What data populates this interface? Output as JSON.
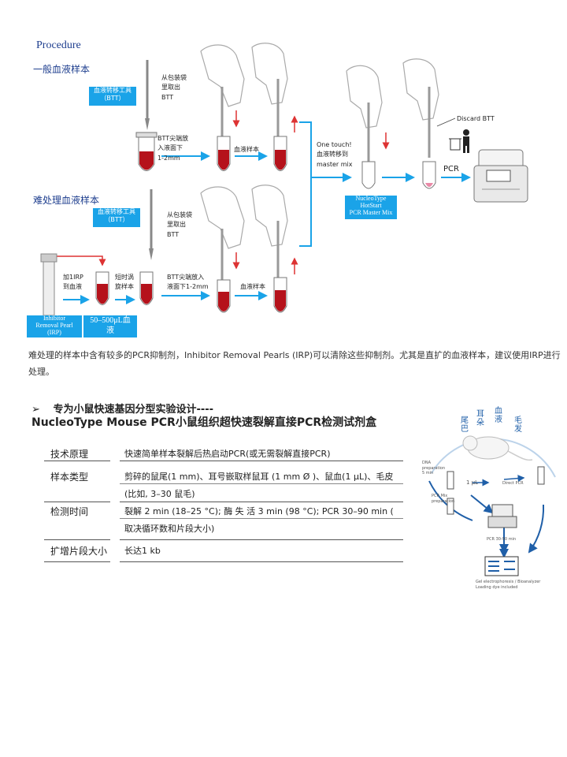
{
  "procedure": {
    "title": "Procedure",
    "general_label": "一般血液样本",
    "difficult_label": "难处理血液样本",
    "btt_label": "血液转移工具（BTT）",
    "remove_btt": [
      "从包装袋",
      "里取出",
      "BTT"
    ],
    "dip_btt": [
      "BTT尖端放",
      "入液面下",
      "1-2mm"
    ],
    "dip_btt2": [
      "BTT尖端放入",
      "液面下1-2mm"
    ],
    "pipette_blood": "血液样本",
    "one_touch": [
      "One touch!",
      "血液转移到",
      "master mix"
    ],
    "mastermix_box": [
      "NucleoType",
      "HotStart",
      "PCR Master Mix"
    ],
    "discard": "Discard BTT",
    "pcr": "PCR",
    "irp_steps": [
      "加1IRP",
      "到血液"
    ],
    "vortex": [
      "短时涡",
      "旋样本"
    ],
    "irp_box": [
      "Inhibitor",
      "Removal Pearl",
      "(IRP)"
    ],
    "volume_box": [
      "50–500μL血",
      "液"
    ]
  },
  "note": "难处理的样本中含有较多的PCR抑制剂，Inhibitor Removal Pearls (IRP)可以清除这些抑制剂。尤其是直扩的血液样本，建议使用IRP进行处理。",
  "product": {
    "bullet": "➢",
    "subtitle": "专为小鼠快速基因分型实验设计----",
    "title": "NucleoType Mouse PCR小鼠组织超快速裂解直接PCR检测试剂盒"
  },
  "table": [
    {
      "label": "技术原理",
      "lines": [
        "快速简单样本裂解后热启动PCR(或无需裂解直接PCR)"
      ]
    },
    {
      "label": "样本类型",
      "lines": [
        "剪碎的鼠尾(1 mm)、耳号嵌取样鼠耳 (1 mm Ø )、鼠血(1 μL)、毛皮",
        "(比如, 3–30 鼠毛)"
      ]
    },
    {
      "label": "检测时间",
      "lines": [
        "裂解 2 min (18–25 °C); 酶 失 活 3 min (98 °C); PCR 30–90 min (",
        "取决循环数和片段大小)"
      ]
    },
    {
      "label": "扩增片段大小",
      "lines": [
        "长达1 kb"
      ]
    }
  ],
  "workflow": {
    "samples": [
      "尾巴",
      "耳朵",
      "血液",
      "毛发"
    ],
    "dna_prep": [
      "DNA",
      "preparation",
      "5 min"
    ],
    "one_ul": "1 μL",
    "direct_pcr": "Direct PCR",
    "pcr_mix": [
      "PCR Mix",
      "preparation"
    ],
    "pcr_time": "PCR 30-90 min",
    "gel": [
      "Gel electrophoresis / Bioanalyzer",
      "Loading dye included"
    ]
  },
  "colors": {
    "accent": "#1aa3e8",
    "blood": "#b5121b"
  }
}
